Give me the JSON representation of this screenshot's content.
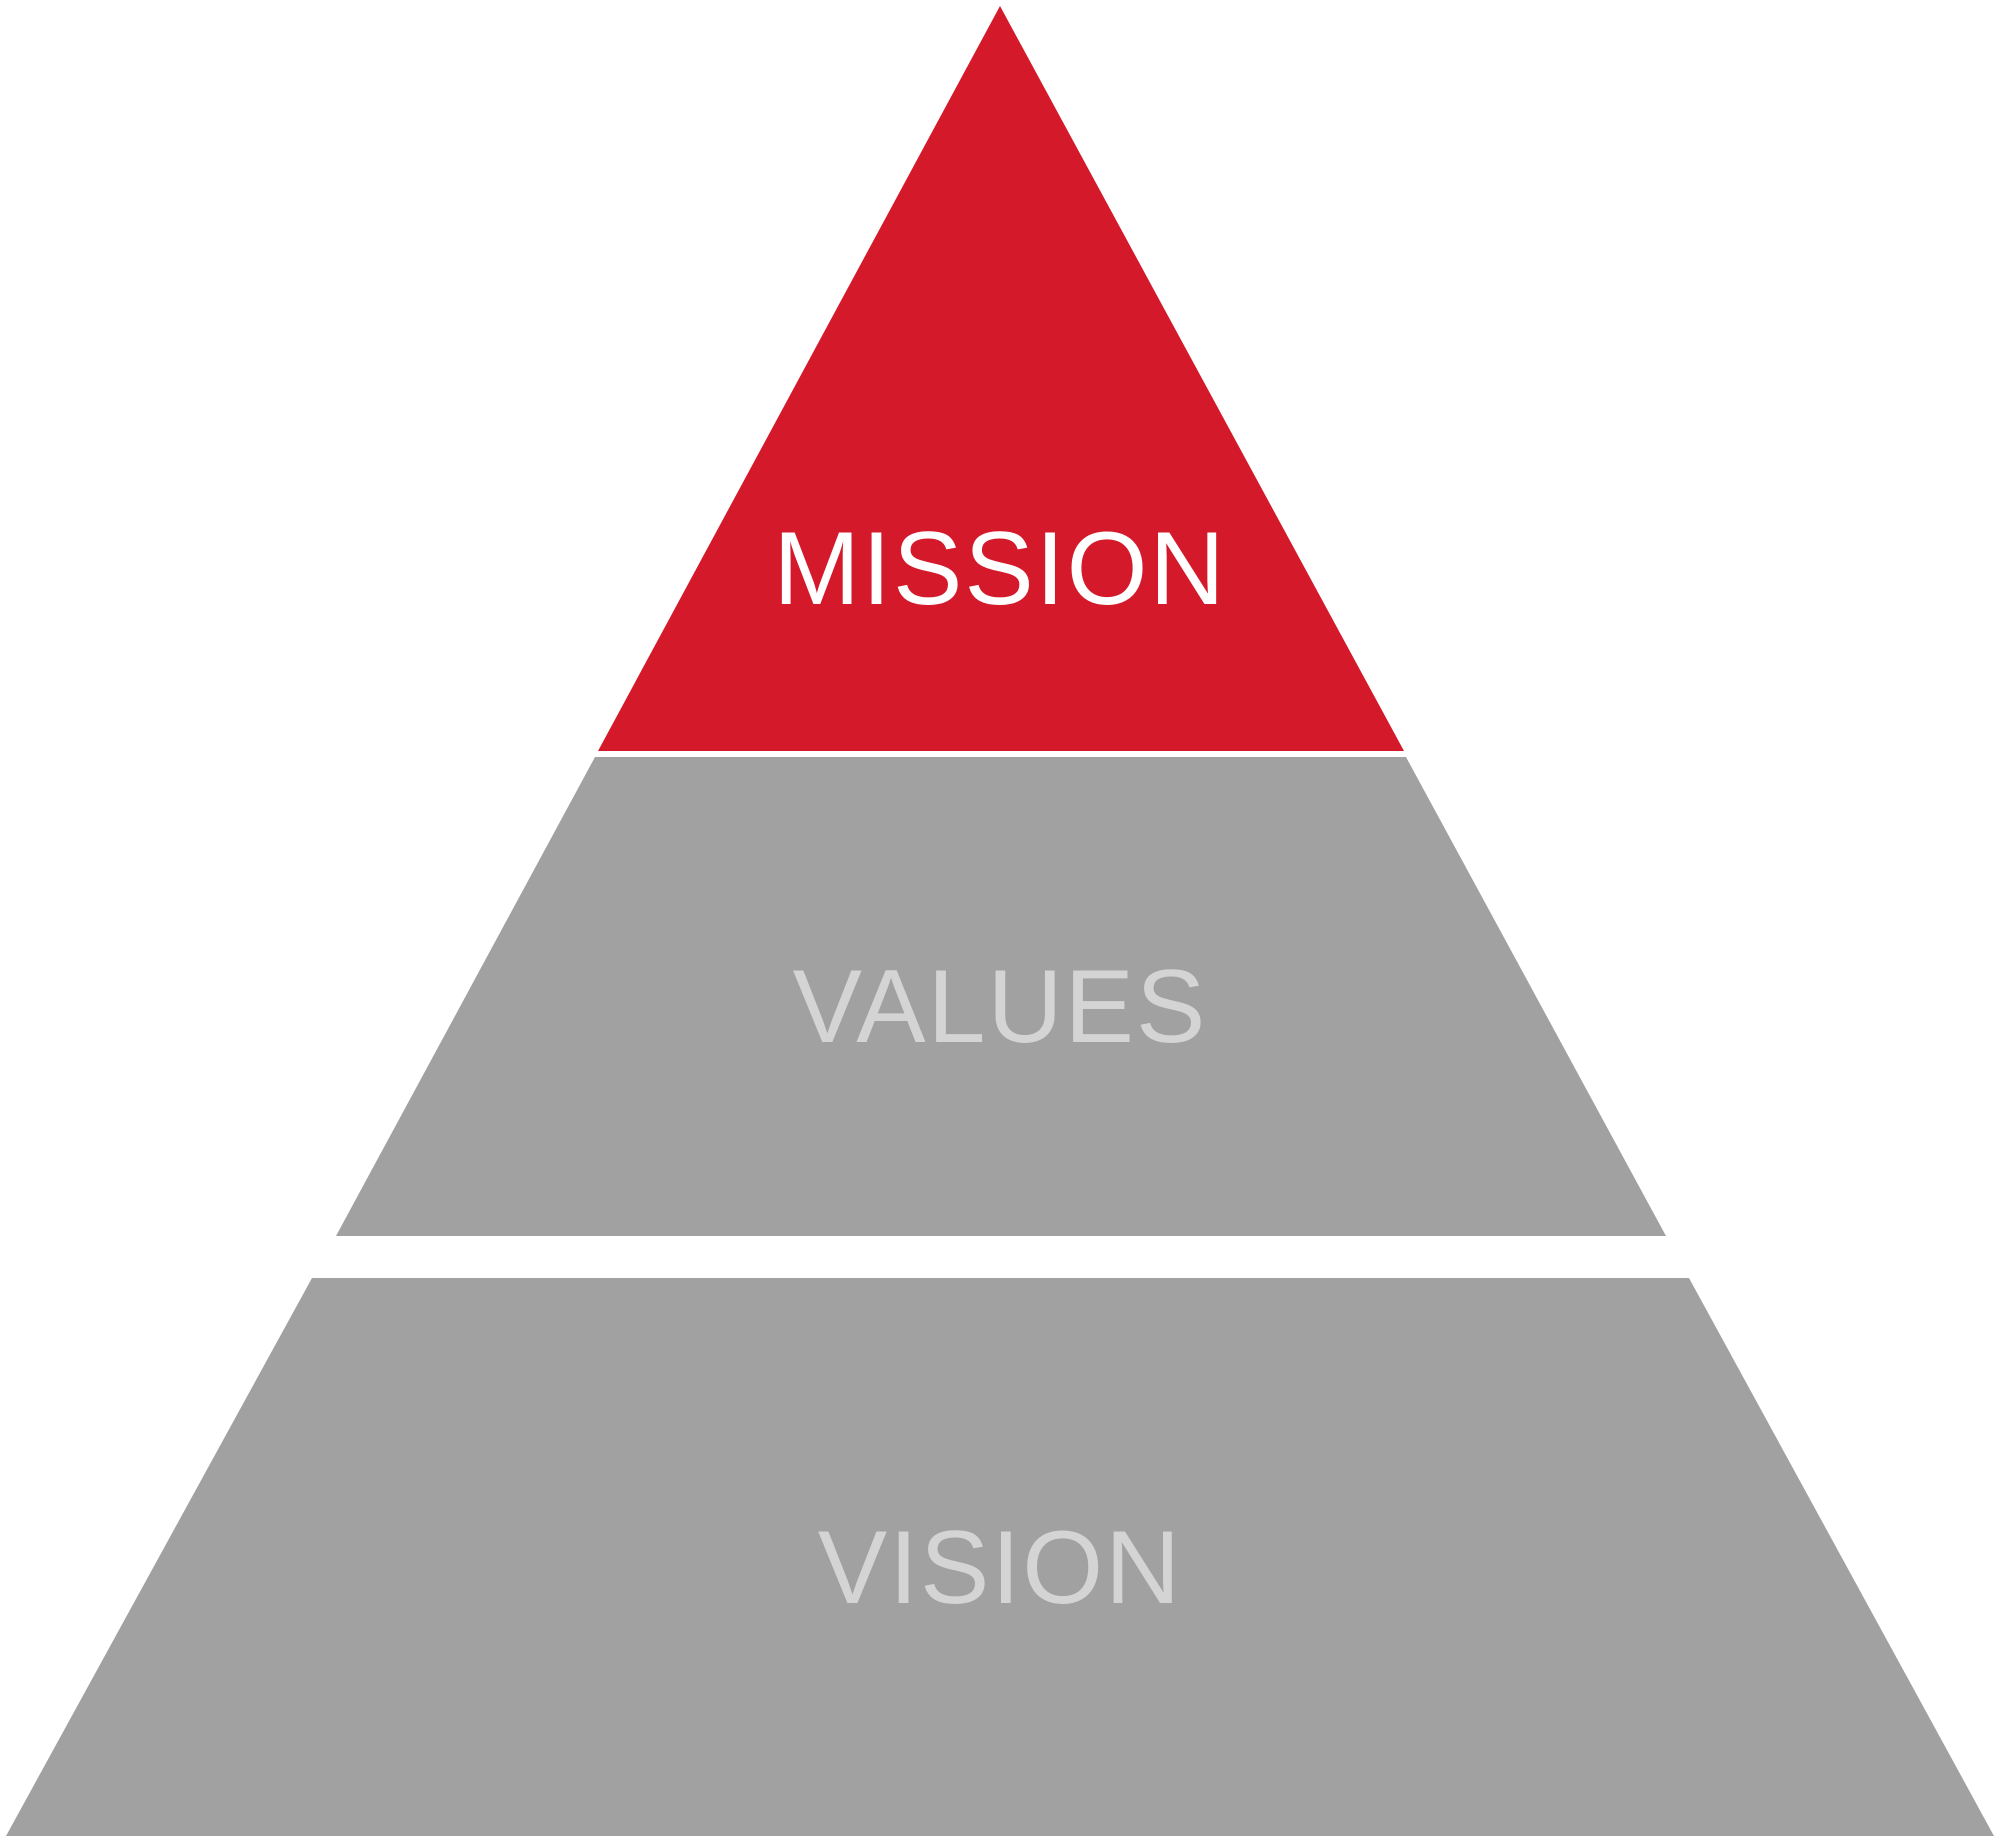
{
  "diagram": {
    "tiers": [
      {
        "id": "mission",
        "label": "MISSION",
        "fill": "#D4192A",
        "text_color": "#FFFFFF"
      },
      {
        "id": "values",
        "label": "VALUES",
        "fill": "#A0A1A0",
        "text_color": "#D3D4D3"
      },
      {
        "id": "vision",
        "label": "VISION",
        "fill": "#A0A1A0",
        "text_color": "#D3D4D3"
      }
    ]
  }
}
